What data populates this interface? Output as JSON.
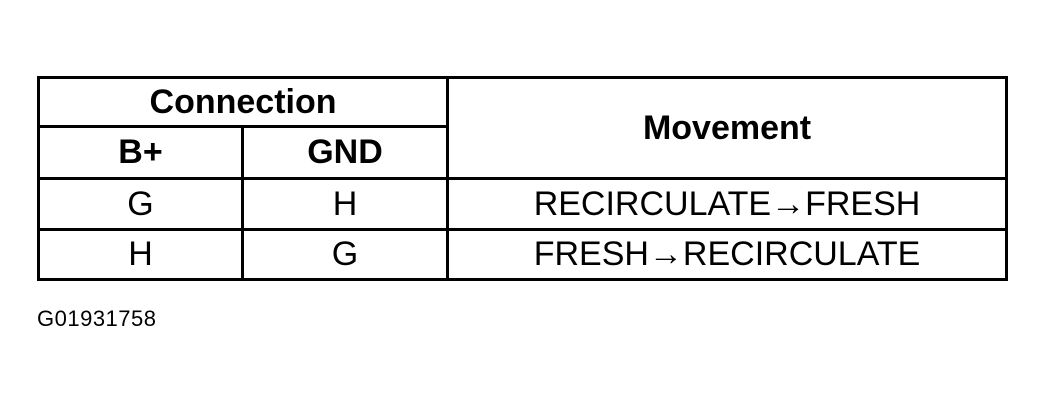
{
  "table": {
    "header": {
      "connection": "Connection",
      "movement": "Movement",
      "bplus": "B+",
      "gnd": "GND"
    },
    "rows": [
      {
        "bplus": "G",
        "gnd": "H",
        "movement": "RECIRCULATE→FRESH"
      },
      {
        "bplus": "H",
        "gnd": "G",
        "movement": "FRESH→RECIRCULATE"
      }
    ]
  },
  "caption": "G01931758"
}
